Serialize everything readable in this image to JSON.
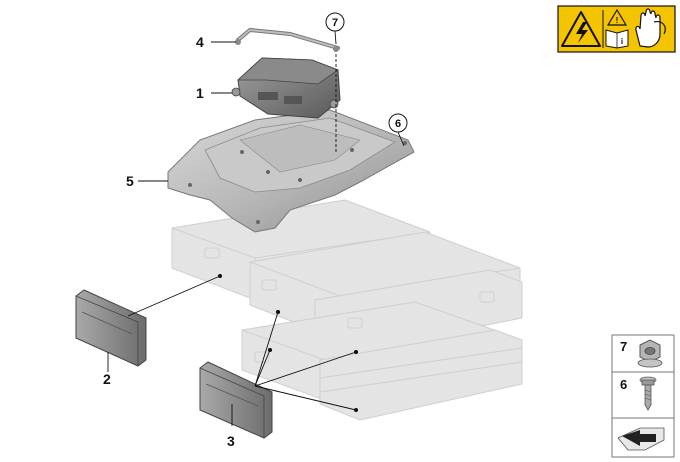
{
  "callouts": {
    "c1": "1",
    "c2": "2",
    "c3": "3",
    "c4": "4",
    "c5": "5",
    "c6": "6",
    "c7": "7"
  },
  "side_panel": {
    "item_top": "7",
    "item_bottom": "6"
  },
  "warning_label": {
    "info_glyph": "i"
  },
  "icons": {
    "warning": "high-voltage-warning-icon",
    "manual": "read-manual-icon",
    "glove": "protective-glove-icon",
    "nut": "flange-nut-icon",
    "bolt": "flange-bolt-icon",
    "arrow": "direction-arrow-icon"
  },
  "colors": {
    "warning_yellow": "#f5c400",
    "ghost_gray": "#e3e3e3",
    "part_gray": "#9a9a9a",
    "line_black": "#111111"
  }
}
